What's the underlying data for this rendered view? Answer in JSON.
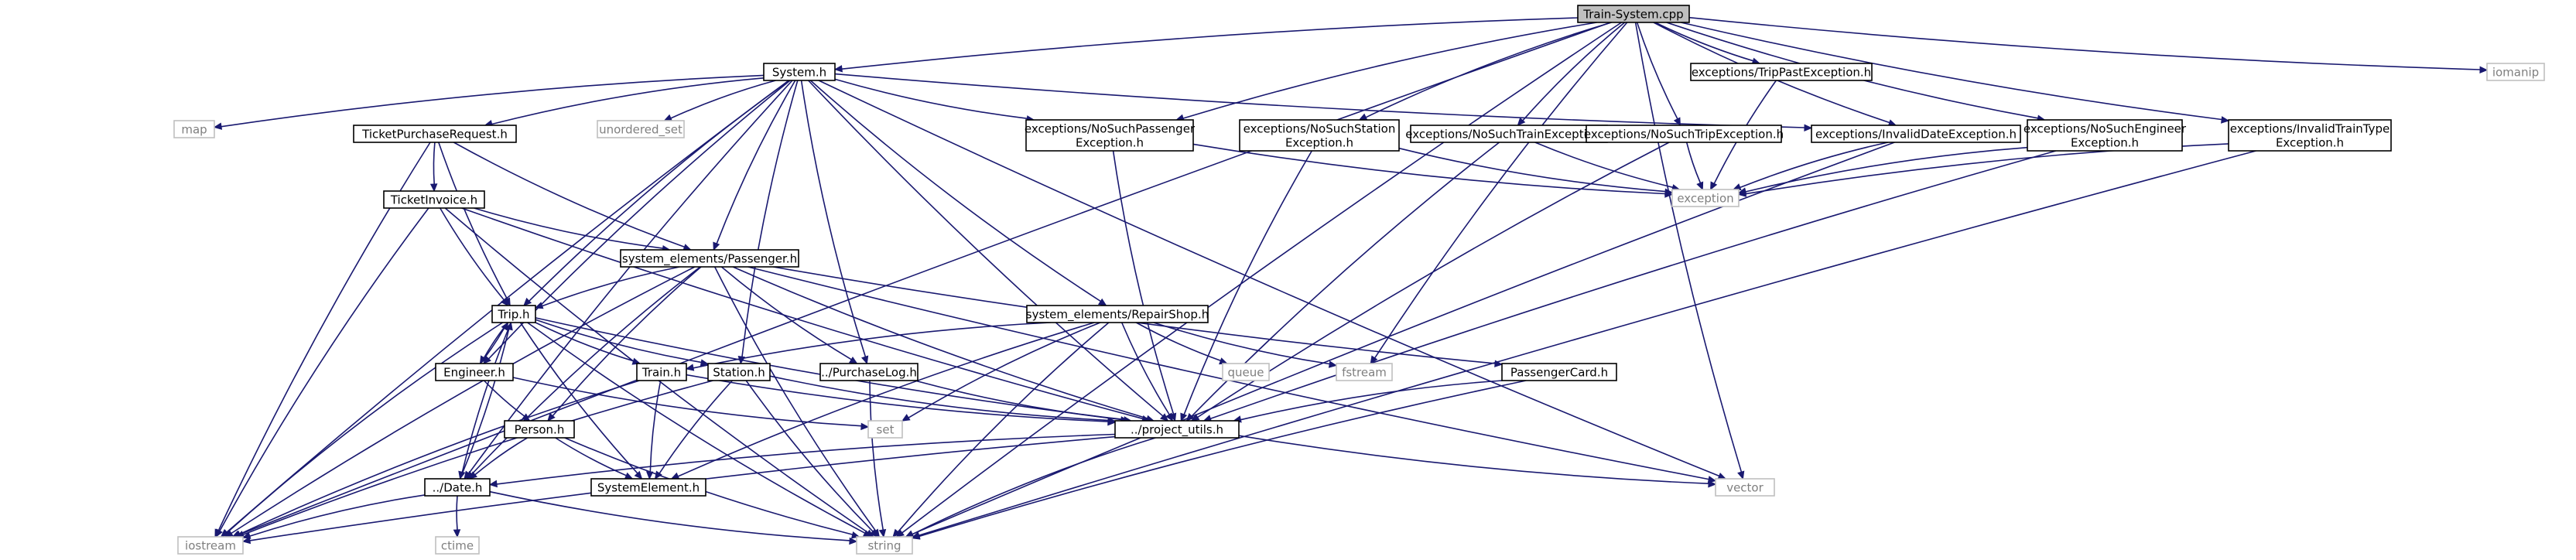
{
  "colors": {
    "edge": "#191970",
    "root_fill": "#bfbfbf",
    "external_border": "#bfbfbf",
    "external_text": "#7f7f7f"
  },
  "nodes": [
    {
      "id": "train_system",
      "kind": "root",
      "lines": [
        "Train-System.cpp"
      ]
    },
    {
      "id": "system_h",
      "kind": "internal",
      "lines": [
        "System.h"
      ]
    },
    {
      "id": "trippast_exc",
      "kind": "internal",
      "lines": [
        "exceptions/TripPastException.h"
      ]
    },
    {
      "id": "iomanip",
      "kind": "external",
      "lines": [
        "iomanip"
      ]
    },
    {
      "id": "map",
      "kind": "external",
      "lines": [
        "map"
      ]
    },
    {
      "id": "ticket_request",
      "kind": "internal",
      "lines": [
        "TicketPurchaseRequest.h"
      ]
    },
    {
      "id": "unordered_set",
      "kind": "external",
      "lines": [
        "unordered_set"
      ]
    },
    {
      "id": "nosuch_passenger",
      "kind": "internal",
      "lines": [
        "exceptions/NoSuchPassenger",
        "Exception.h"
      ]
    },
    {
      "id": "nosuch_station",
      "kind": "internal",
      "lines": [
        "exceptions/NoSuchStation",
        "Exception.h"
      ]
    },
    {
      "id": "nosuch_train",
      "kind": "internal",
      "lines": [
        "exceptions/NoSuchTrainException.h"
      ]
    },
    {
      "id": "nosuch_trip",
      "kind": "internal",
      "lines": [
        "exceptions/NoSuchTripException.h"
      ]
    },
    {
      "id": "invalid_date",
      "kind": "internal",
      "lines": [
        "exceptions/InvalidDateException.h"
      ]
    },
    {
      "id": "nosuch_engineer",
      "kind": "internal",
      "lines": [
        "exceptions/NoSuchEngineer",
        "Exception.h"
      ]
    },
    {
      "id": "invalid_traintype",
      "kind": "internal",
      "lines": [
        "exceptions/InvalidTrainType",
        "Exception.h"
      ]
    },
    {
      "id": "ticket_invoice",
      "kind": "internal",
      "lines": [
        "TicketInvoice.h"
      ]
    },
    {
      "id": "exception",
      "kind": "external",
      "lines": [
        "exception"
      ]
    },
    {
      "id": "passenger_h",
      "kind": "internal",
      "lines": [
        "system_elements/Passenger.h"
      ]
    },
    {
      "id": "repairshop_h",
      "kind": "internal",
      "lines": [
        "system_elements/RepairShop.h"
      ]
    },
    {
      "id": "trip_h",
      "kind": "internal",
      "lines": [
        "Trip.h"
      ]
    },
    {
      "id": "engineer_h",
      "kind": "internal",
      "lines": [
        "Engineer.h"
      ]
    },
    {
      "id": "train_h",
      "kind": "internal",
      "lines": [
        "Train.h"
      ]
    },
    {
      "id": "station_h",
      "kind": "internal",
      "lines": [
        "Station.h"
      ]
    },
    {
      "id": "purchaselog_h",
      "kind": "internal",
      "lines": [
        "../PurchaseLog.h"
      ]
    },
    {
      "id": "queue",
      "kind": "external",
      "lines": [
        "queue"
      ]
    },
    {
      "id": "fstream",
      "kind": "external",
      "lines": [
        "fstream"
      ]
    },
    {
      "id": "passengercard_h",
      "kind": "internal",
      "lines": [
        "PassengerCard.h"
      ]
    },
    {
      "id": "person_h",
      "kind": "internal",
      "lines": [
        "Person.h"
      ]
    },
    {
      "id": "set",
      "kind": "external",
      "lines": [
        "set"
      ]
    },
    {
      "id": "project_utils",
      "kind": "internal",
      "lines": [
        "../project_utils.h"
      ]
    },
    {
      "id": "vector",
      "kind": "external",
      "lines": [
        "vector"
      ]
    },
    {
      "id": "date_h",
      "kind": "internal",
      "lines": [
        "../Date.h"
      ]
    },
    {
      "id": "system_element",
      "kind": "internal",
      "lines": [
        "SystemElement.h"
      ]
    },
    {
      "id": "ctime",
      "kind": "external",
      "lines": [
        "ctime"
      ]
    },
    {
      "id": "iostream",
      "kind": "external",
      "lines": [
        "iostream"
      ]
    },
    {
      "id": "string",
      "kind": "external",
      "lines": [
        "string"
      ]
    }
  ],
  "edges": [
    [
      "train_system",
      "system_h"
    ],
    [
      "train_system",
      "trippast_exc"
    ],
    [
      "train_system",
      "iomanip"
    ],
    [
      "train_system",
      "nosuch_passenger"
    ],
    [
      "train_system",
      "nosuch_station"
    ],
    [
      "train_system",
      "nosuch_train"
    ],
    [
      "train_system",
      "nosuch_trip"
    ],
    [
      "train_system",
      "invalid_date"
    ],
    [
      "train_system",
      "nosuch_engineer"
    ],
    [
      "train_system",
      "invalid_traintype"
    ],
    [
      "train_system",
      "iostream"
    ],
    [
      "train_system",
      "fstream"
    ],
    [
      "train_system",
      "vector"
    ],
    [
      "train_system",
      "string"
    ],
    [
      "system_h",
      "map"
    ],
    [
      "system_h",
      "ticket_request"
    ],
    [
      "system_h",
      "unordered_set"
    ],
    [
      "system_h",
      "nosuch_passenger"
    ],
    [
      "system_h",
      "invalid_date"
    ],
    [
      "system_h",
      "passenger_h"
    ],
    [
      "system_h",
      "repairshop_h"
    ],
    [
      "system_h",
      "trip_h"
    ],
    [
      "system_h",
      "engineer_h"
    ],
    [
      "system_h",
      "station_h"
    ],
    [
      "system_h",
      "purchaselog_h"
    ],
    [
      "system_h",
      "project_utils"
    ],
    [
      "system_h",
      "date_h"
    ],
    [
      "system_h",
      "iostream"
    ],
    [
      "system_h",
      "vector"
    ],
    [
      "trippast_exc",
      "exception"
    ],
    [
      "ticket_request",
      "ticket_invoice"
    ],
    [
      "ticket_request",
      "passenger_h"
    ],
    [
      "ticket_request",
      "trip_h"
    ],
    [
      "ticket_request",
      "iostream"
    ],
    [
      "nosuch_passenger",
      "exception"
    ],
    [
      "nosuch_passenger",
      "project_utils"
    ],
    [
      "nosuch_station",
      "exception"
    ],
    [
      "nosuch_station",
      "project_utils"
    ],
    [
      "nosuch_train",
      "exception"
    ],
    [
      "nosuch_train",
      "project_utils"
    ],
    [
      "nosuch_trip",
      "exception"
    ],
    [
      "nosuch_trip",
      "project_utils"
    ],
    [
      "invalid_date",
      "exception"
    ],
    [
      "invalid_date",
      "string"
    ],
    [
      "nosuch_engineer",
      "exception"
    ],
    [
      "nosuch_engineer",
      "project_utils"
    ],
    [
      "invalid_traintype",
      "exception"
    ],
    [
      "invalid_traintype",
      "string"
    ],
    [
      "ticket_invoice",
      "passenger_h"
    ],
    [
      "ticket_invoice",
      "trip_h"
    ],
    [
      "ticket_invoice",
      "project_utils"
    ],
    [
      "ticket_invoice",
      "iostream"
    ],
    [
      "ticket_invoice",
      "string"
    ],
    [
      "passenger_h",
      "trip_h"
    ],
    [
      "passenger_h",
      "purchaselog_h"
    ],
    [
      "passenger_h",
      "passengercard_h"
    ],
    [
      "passenger_h",
      "person_h"
    ],
    [
      "passenger_h",
      "project_utils"
    ],
    [
      "passenger_h",
      "date_h"
    ],
    [
      "passenger_h",
      "vector"
    ],
    [
      "passenger_h",
      "string"
    ],
    [
      "passenger_h",
      "iostream"
    ],
    [
      "repairshop_h",
      "train_h"
    ],
    [
      "repairshop_h",
      "queue"
    ],
    [
      "repairshop_h",
      "fstream"
    ],
    [
      "repairshop_h",
      "set"
    ],
    [
      "repairshop_h",
      "system_element"
    ],
    [
      "repairshop_h",
      "project_utils"
    ],
    [
      "repairshop_h",
      "string"
    ],
    [
      "trip_h",
      "engineer_h"
    ],
    [
      "trip_h",
      "train_h"
    ],
    [
      "trip_h",
      "station_h"
    ],
    [
      "trip_h",
      "project_utils"
    ],
    [
      "trip_h",
      "system_element"
    ],
    [
      "trip_h",
      "date_h"
    ],
    [
      "trip_h",
      "iostream"
    ],
    [
      "trip_h",
      "string"
    ],
    [
      "engineer_h",
      "trip_h"
    ],
    [
      "engineer_h",
      "person_h"
    ],
    [
      "engineer_h",
      "set"
    ],
    [
      "train_h",
      "system_element"
    ],
    [
      "train_h",
      "project_utils"
    ],
    [
      "train_h",
      "iostream"
    ],
    [
      "station_h",
      "system_element"
    ],
    [
      "station_h",
      "project_utils"
    ],
    [
      "station_h",
      "iostream"
    ],
    [
      "station_h",
      "string"
    ],
    [
      "purchaselog_h",
      "project_utils"
    ],
    [
      "purchaselog_h",
      "string"
    ],
    [
      "passengercard_h",
      "project_utils"
    ],
    [
      "passengercard_h",
      "string"
    ],
    [
      "person_h",
      "date_h"
    ],
    [
      "person_h",
      "system_element"
    ],
    [
      "person_h",
      "string"
    ],
    [
      "project_utils",
      "date_h"
    ],
    [
      "project_utils",
      "vector"
    ],
    [
      "project_utils",
      "iostream"
    ],
    [
      "project_utils",
      "string"
    ],
    [
      "date_h",
      "ctime"
    ],
    [
      "date_h",
      "iostream"
    ],
    [
      "date_h",
      "string"
    ],
    [
      "date_h",
      "trip_h"
    ]
  ]
}
